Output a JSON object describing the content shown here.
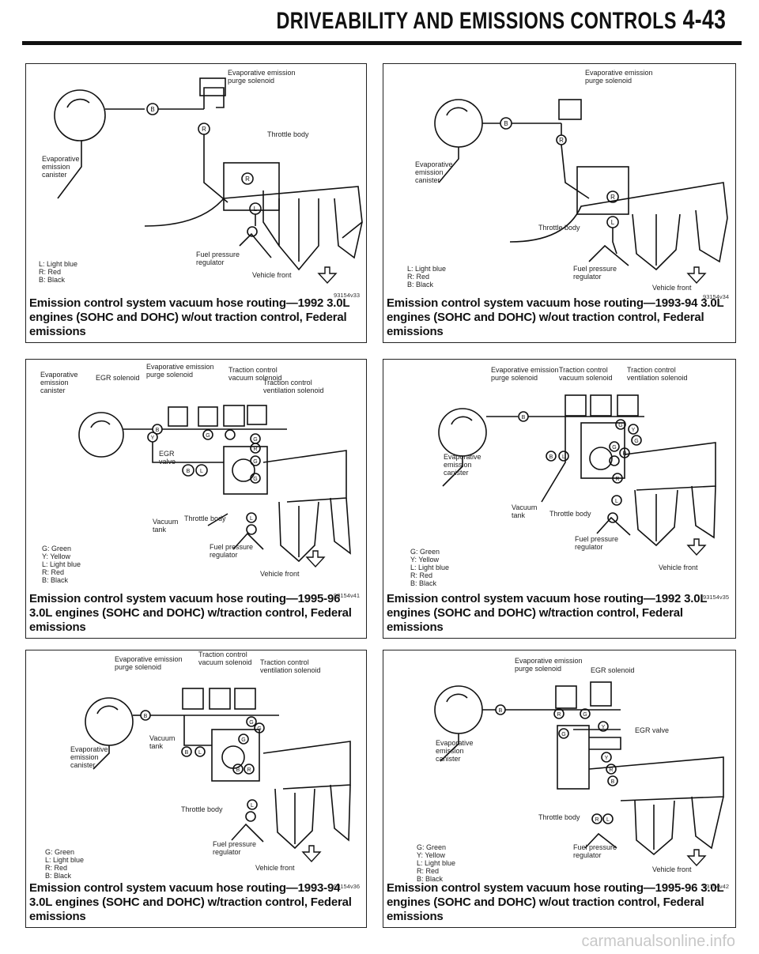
{
  "header": {
    "title": "DRIVEABILITY AND EMISSIONS CONTROLS",
    "page": "4-43"
  },
  "panels": [
    {
      "labels": [
        "Evaporative emission\npurge solenoid",
        "Throttle body",
        "Evaporative\nemission\ncanister",
        "Fuel pressure\nregulator",
        "Vehicle front"
      ],
      "legend": [
        "L: Light blue",
        "R: Red",
        "B: Black"
      ],
      "code": "93154v33",
      "caption": "Emission control system vacuum hose routing—1992 3.0L engines (SOHC and DOHC) w/out traction control, Federal emissions"
    },
    {
      "labels": [
        "Evaporative emission\npurge solenoid",
        "Evaporative\nemission\ncanister",
        "Throttle body",
        "Fuel pressure\nregulator",
        "Vehicle front"
      ],
      "legend": [
        "L: Light blue",
        "R: Red",
        "B: Black"
      ],
      "code": "93154v34",
      "caption": "Emission control system vacuum hose routing—1993-94 3.0L engines (SOHC and DOHC) w/out traction control, Federal emissions"
    },
    {
      "labels": [
        "Evaporative emission\npurge solenoid",
        "Traction control\nvacuum solenoid",
        "Traction control\nventilation solenoid",
        "Evaporative\nemission\ncanister",
        "EGR solenoid",
        "EGR\nvalve",
        "Vacuum\ntank",
        "Throttle body",
        "Fuel pressure\nregulator",
        "Vehicle front"
      ],
      "legend": [
        "G: Green",
        "Y: Yellow",
        "L: Light blue",
        "R: Red",
        "B: Black"
      ],
      "code": "93154v41",
      "caption": "Emission control system vacuum hose routing—1995-96 3.0L engines (SOHC and DOHC) w/traction control, Federal emissions"
    },
    {
      "labels": [
        "Evaporative emission\npurge solenoid",
        "Traction control\nvacuum solenoid",
        "Traction control\nventilation solenoid",
        "Evaporative\nemission\ncanister",
        "Vacuum\ntank",
        "Throttle body",
        "Fuel pressure\nregulator",
        "Vehicle front"
      ],
      "legend": [
        "G: Green",
        "Y: Yellow",
        "L: Light blue",
        "R: Red",
        "B: Black"
      ],
      "code": "93154v35",
      "caption": "Emission control system vacuum hose routing—1992 3.0L engines (SOHC and DOHC) w/traction control, Federal emissions"
    },
    {
      "labels": [
        "Evaporative emission\npurge solenoid",
        "Traction control\nvacuum solenoid",
        "Traction control\nventilation solenoid",
        "Evaporative\nemission\ncanister",
        "Vacuum\ntank",
        "Throttle body",
        "Fuel pressure\nregulator",
        "Vehicle front"
      ],
      "legend": [
        "G: Green",
        "L: Light blue",
        "R: Red",
        "B: Black"
      ],
      "code": "93154v36",
      "caption": "Emission control system vacuum hose routing—1993-94 3.0L engines (SOHC and DOHC) w/traction control, Federal emissions"
    },
    {
      "labels": [
        "Evaporative emission\npurge solenoid",
        "EGR solenoid",
        "EGR valve",
        "Evaporative\nemission\ncanister",
        "Throttle body",
        "Fuel pressure\nregulator",
        "Vehicle front"
      ],
      "legend": [
        "G: Green",
        "Y: Yellow",
        "L: Light blue",
        "R: Red",
        "B: Black"
      ],
      "code": "93154v42",
      "caption": "Emission control system vacuum hose routing—1995-96 3.0L engines (SOHC and DOHC) w/out traction control, Federal emissions"
    }
  ],
  "watermark": "carmanualsonline.info"
}
